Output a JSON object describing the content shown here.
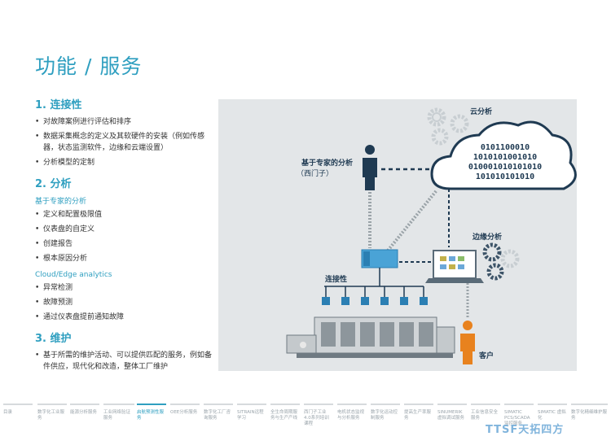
{
  "title": "功能 / 服务",
  "sections": {
    "s1": {
      "heading": "1. 连接性",
      "items": [
        "对故障案例进行评估和排序",
        "数据采集概念的定义及其软硬件的安装（例如传感器，状态监测软件，边缘和云端设置）",
        "分析模型的定制"
      ]
    },
    "s2": {
      "heading": "2. 分析",
      "sub1": "基于专家的分析",
      "items1": [
        "定义和配置极限值",
        "仪表盘的自定义",
        "创建报告",
        "根本原因分析"
      ],
      "sub2": "Cloud/Edge analytics",
      "items2": [
        "异常检测",
        "故障预测",
        "通过仪表盘提前通知故障"
      ]
    },
    "s3": {
      "heading": "3. 维护",
      "items": [
        "基于所需的维护活动、可以提供匹配的服务，例如备件供应，现代化和改造，整体工厂维护"
      ]
    }
  },
  "diagram": {
    "cloud_label": "云分析",
    "expert_label": "基于专家的分析",
    "expert_sub": "（西门子）",
    "edge_label": "边缘分析",
    "connect_label": "连接性",
    "customer_label": "客户",
    "binary": [
      "0101100010",
      "1010101001010",
      "010001010101010",
      "101010101010"
    ]
  },
  "nav": [
    {
      "label": "目录",
      "active": false
    },
    {
      "label": "数字化工业服务",
      "active": false
    },
    {
      "label": "能源分析服务",
      "active": false
    },
    {
      "label": "工业网络验证服务",
      "active": false
    },
    {
      "label": "启航预测性服务",
      "active": true
    },
    {
      "label": "OEE分析服务",
      "active": false
    },
    {
      "label": "数字化工厂咨询服务",
      "active": false
    },
    {
      "label": "SITRAIN远程学习",
      "active": false
    },
    {
      "label": "全生命周期服务与生产产线",
      "active": false
    },
    {
      "label": "西门子工业4.0系列培训课程",
      "active": false
    },
    {
      "label": "电机状态监视与分析服务",
      "active": false
    },
    {
      "label": "数字化运动控制服务",
      "active": false
    },
    {
      "label": "提高生产率服务",
      "active": false
    },
    {
      "label": "SINUMERIK 虚拟调试服务",
      "active": false
    },
    {
      "label": "工业信息安全服务",
      "active": false
    },
    {
      "label": "SIMATIC PCS/SCADA 监控服务",
      "active": false
    },
    {
      "label": "SIMATIC 虚拟化",
      "active": false
    },
    {
      "label": "数字化精细维护服务",
      "active": false
    }
  ],
  "watermark": "TTSF天拓四方",
  "colors": {
    "accent": "#2f9fc0",
    "dark_blue": "#1f3a52",
    "customer_orange": "#e8821e",
    "sensor_blue": "#2b7fb3"
  }
}
